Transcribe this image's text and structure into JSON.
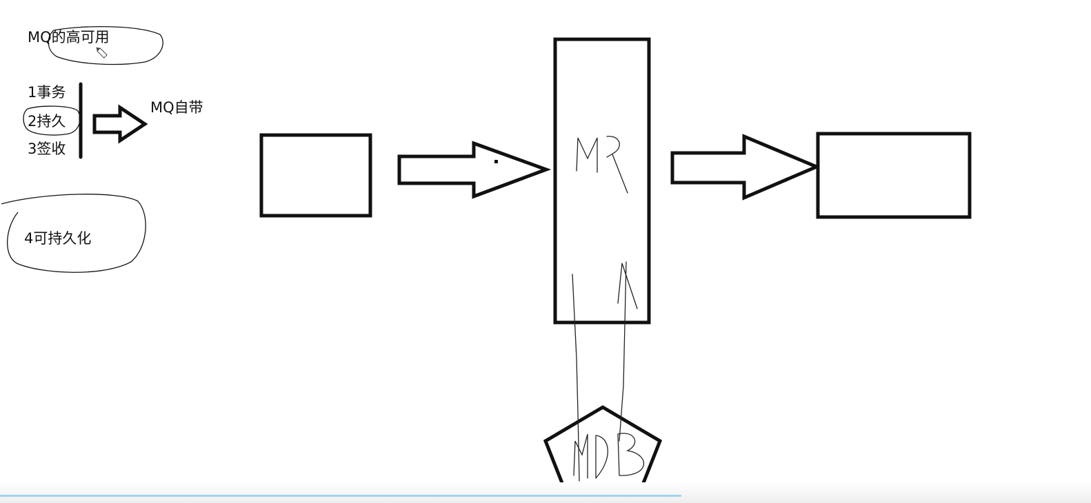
{
  "notes": {
    "title": "MQ的高可用",
    "item1": "1事务",
    "item2": "2持久",
    "item3": "3签收",
    "builtin": "MQ自带",
    "item4": "4可持久化"
  },
  "diagram": {
    "middle_box_label": "MQ",
    "db_label": "MDB"
  },
  "colors": {
    "ink": "#111111",
    "background": "#ffffff",
    "accent_line": "#9fd6ee"
  }
}
